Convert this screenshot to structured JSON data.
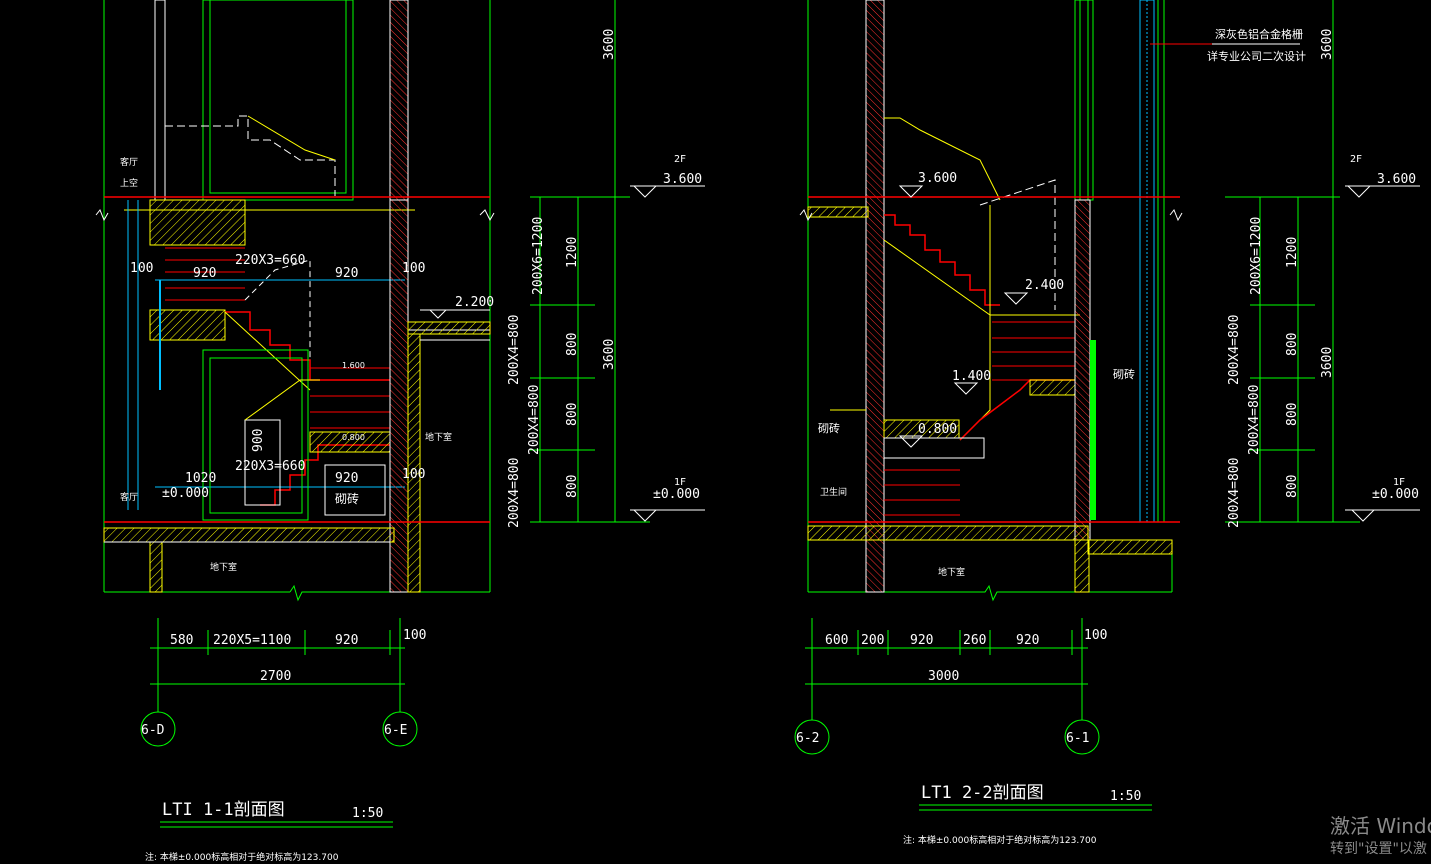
{
  "colors": {
    "background": "#000000",
    "wall": "#ffffff",
    "hatch": "#ffff00",
    "dimension": "#00ff00",
    "text": "#ffffff",
    "floor_line": "#ff0000",
    "stair": "#ff0000",
    "accent_cyan": "#00bfff",
    "glazing": "#00ff00"
  },
  "section_1": {
    "title": "LTI 1-1剖面图",
    "scale": "1:50",
    "note": "注: 本梯±0.000标高相对于绝对标高为123.700",
    "room_top_a": "客厅",
    "room_top_b": "上空",
    "room_bottom": "客厅",
    "basement": "地下室",
    "basement_right": "地下室",
    "brick": "砌砖",
    "stair_dim_top": "220X3=660",
    "stair_dim_bottom": "220X3=660",
    "dim_920_a": "920",
    "dim_920_b": "920",
    "dim_920_c": "920",
    "dim_100_a": "100",
    "dim_100_b": "100",
    "dim_100_c": "100",
    "dim_1020": "1020",
    "dim_900": "900",
    "level_2200": "2.200",
    "level_1600": "1.600",
    "level_0800": "0.800",
    "level_0000": "±0.000",
    "floor_2f": "2F",
    "level_2f": "3.600",
    "floor_1f": "1F",
    "level_1f": "±0.000",
    "vdim_3600_top": "3600",
    "vdim_3600_mid": "3600",
    "vdim_1200": "1200",
    "vdim_800_a": "800",
    "vdim_800_b": "800",
    "vdim_800_c": "800",
    "vdim_200x6": "200X6=1200",
    "vdim_200x4_a": "200X4=800",
    "vdim_200x4_b": "200X4=800",
    "vdim_200x4_c": "200X4=800",
    "bottom_dims": [
      "580",
      "220X5=1100",
      "920",
      "100"
    ],
    "bottom_total": "2700",
    "axis_left": "6-D",
    "axis_right": "6-E"
  },
  "section_2": {
    "title": "LT1 2-2剖面图",
    "scale": "1:50",
    "note": "注: 本梯±0.000标高相对于绝对标高为123.700",
    "label_alu_1": "深灰色铝合金格栅",
    "label_alu_2": "详专业公司二次设计",
    "brick_left": "砌砖",
    "brick_right": "砌砖",
    "bathroom": "卫生间",
    "basement": "地下室",
    "level_3600": "3.600",
    "level_2400": "2.400",
    "level_1400": "1.400",
    "level_0800": "0.800",
    "floor_2f": "2F",
    "level_2f": "3.600",
    "floor_1f": "1F",
    "level_1f": "±0.000",
    "vdim_3600_top": "3600",
    "vdim_3600_mid": "3600",
    "vdim_1200": "1200",
    "vdim_800_a": "800",
    "vdim_800_b": "800",
    "vdim_800_c": "800",
    "vdim_200x6": "200X6=1200",
    "vdim_200x4_a": "200X4=800",
    "vdim_200x4_b": "200X4=800",
    "vdim_200x4_c": "200X4=800",
    "bottom_dims": [
      "600",
      "200",
      "920",
      "260",
      "920",
      "100"
    ],
    "bottom_total": "3000",
    "axis_left": "6-2",
    "axis_right": "6-1"
  },
  "watermark": {
    "line1": "激活 Windo",
    "line2": "转到\"设置\"以激"
  }
}
